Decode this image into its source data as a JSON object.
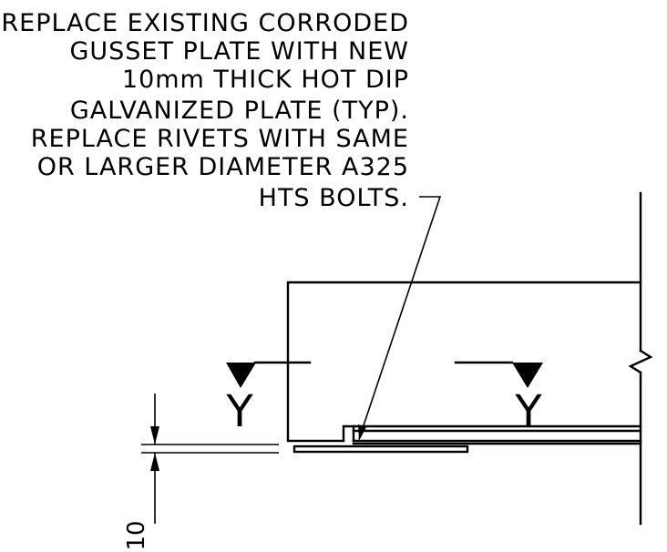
{
  "note": {
    "lines": [
      "REPLACE EXISTING CORRODED",
      "GUSSET PLATE WITH NEW",
      "10mm THICK HOT DIP",
      "GALVANIZED PLATE (TYP).",
      "REPLACE RIVETS WITH SAME",
      "OR LARGER DIAMETER A325",
      "HTS BOLTS."
    ]
  },
  "section_marks": {
    "left": "Y",
    "right": "Y"
  },
  "dimension": {
    "value": "10"
  }
}
